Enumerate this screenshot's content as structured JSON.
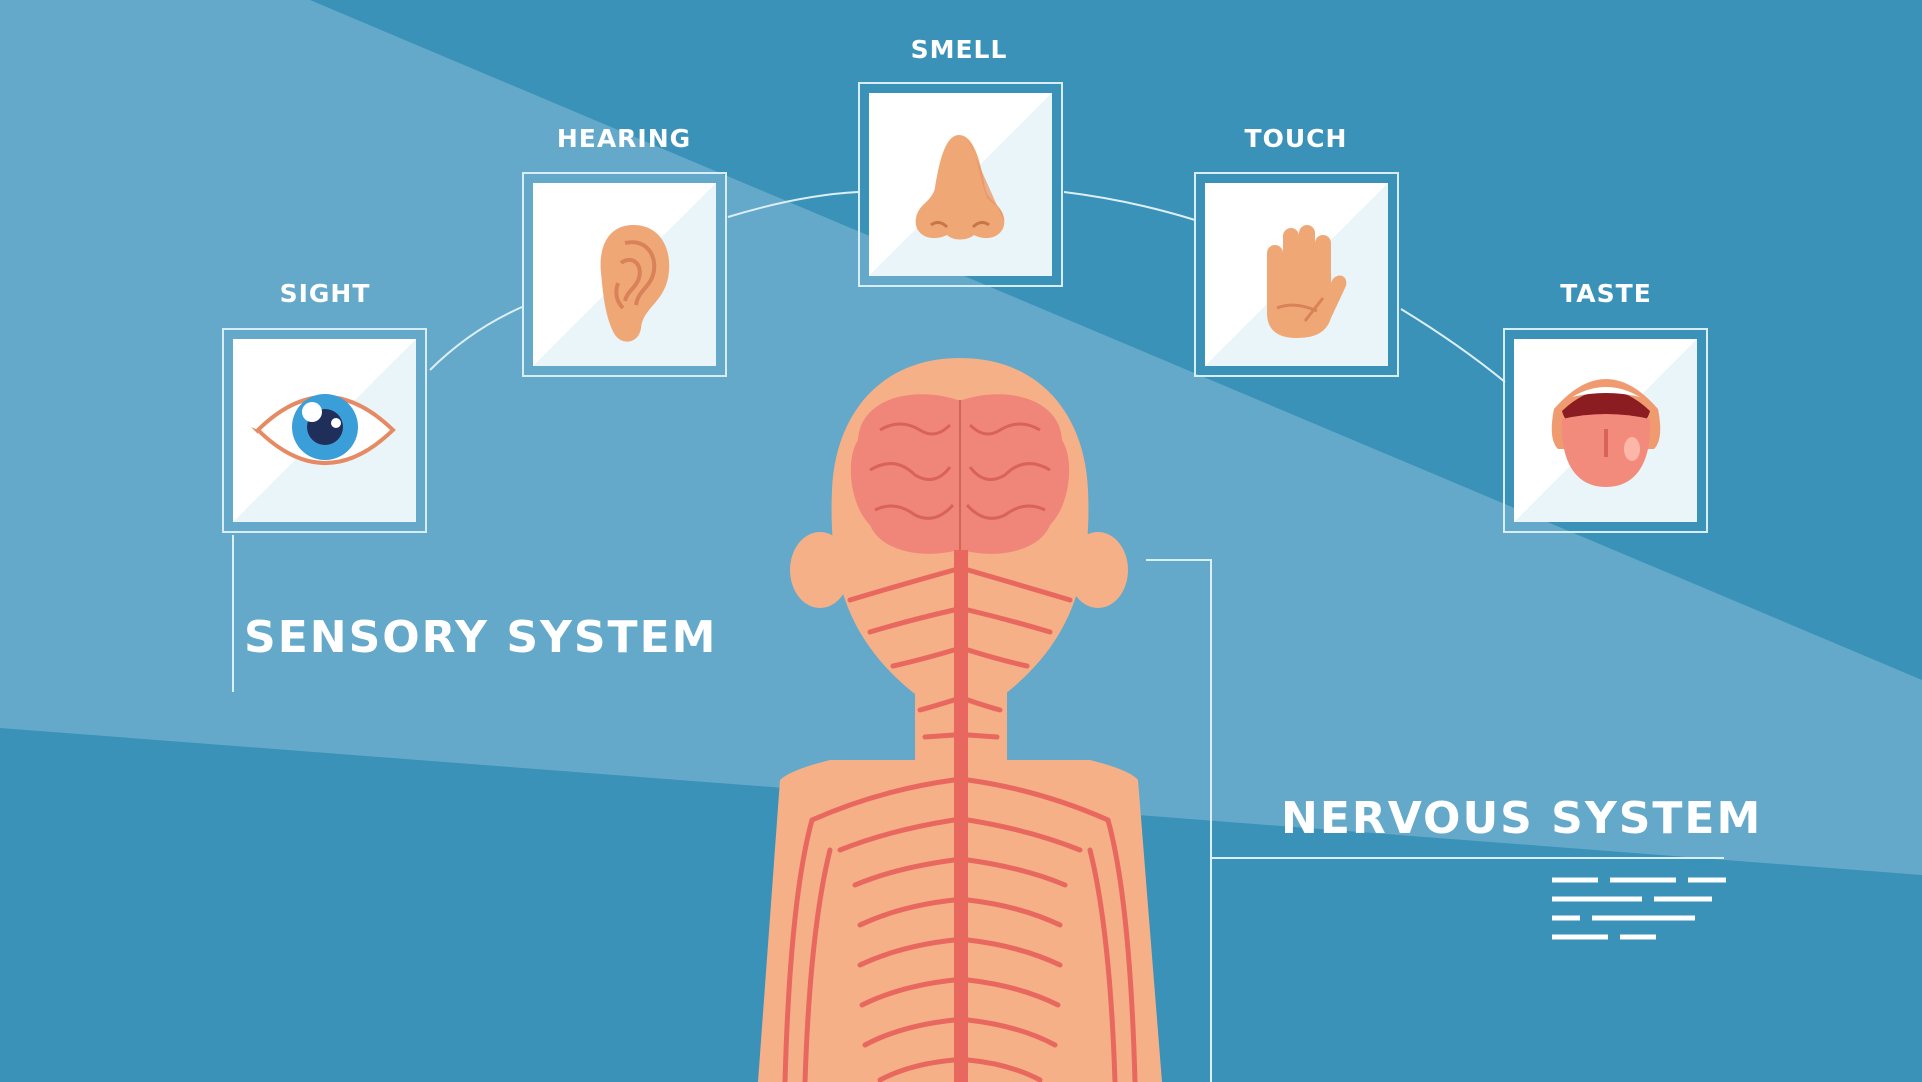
{
  "senses": [
    {
      "label": "SIGHT",
      "icon": "eye-icon"
    },
    {
      "label": "HEARING",
      "icon": "ear-icon"
    },
    {
      "label": "SMELL",
      "icon": "nose-icon"
    },
    {
      "label": "TOUCH",
      "icon": "hand-icon"
    },
    {
      "label": "TASTE",
      "icon": "mouth-icon"
    }
  ],
  "sensory_title": "SENSORY SYSTEM",
  "nervous_title": "NERVOUS SYSTEM",
  "colors": {
    "background": "#3a92b8",
    "light_band": "#64a9c9",
    "skin": "#f5b088",
    "nerve": "#e8685f",
    "brain": "#f0857a"
  }
}
